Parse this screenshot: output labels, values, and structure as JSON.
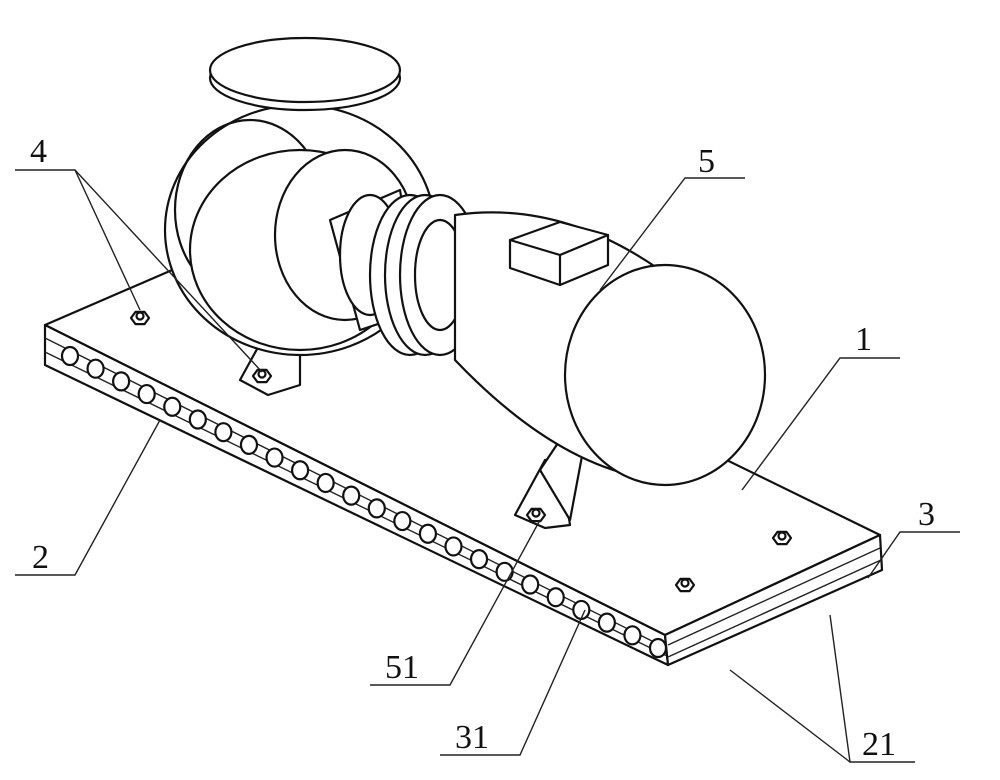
{
  "figure": {
    "labels": [
      {
        "id": "4",
        "text": "4"
      },
      {
        "id": "5",
        "text": "5"
      },
      {
        "id": "1",
        "text": "1"
      },
      {
        "id": "3",
        "text": "3"
      },
      {
        "id": "2",
        "text": "2"
      },
      {
        "id": "51",
        "text": "51"
      },
      {
        "id": "31",
        "text": "31"
      },
      {
        "id": "21",
        "text": "21"
      }
    ],
    "hole_count": 24,
    "colors": {
      "line": "#111111",
      "background": "#ffffff"
    }
  }
}
